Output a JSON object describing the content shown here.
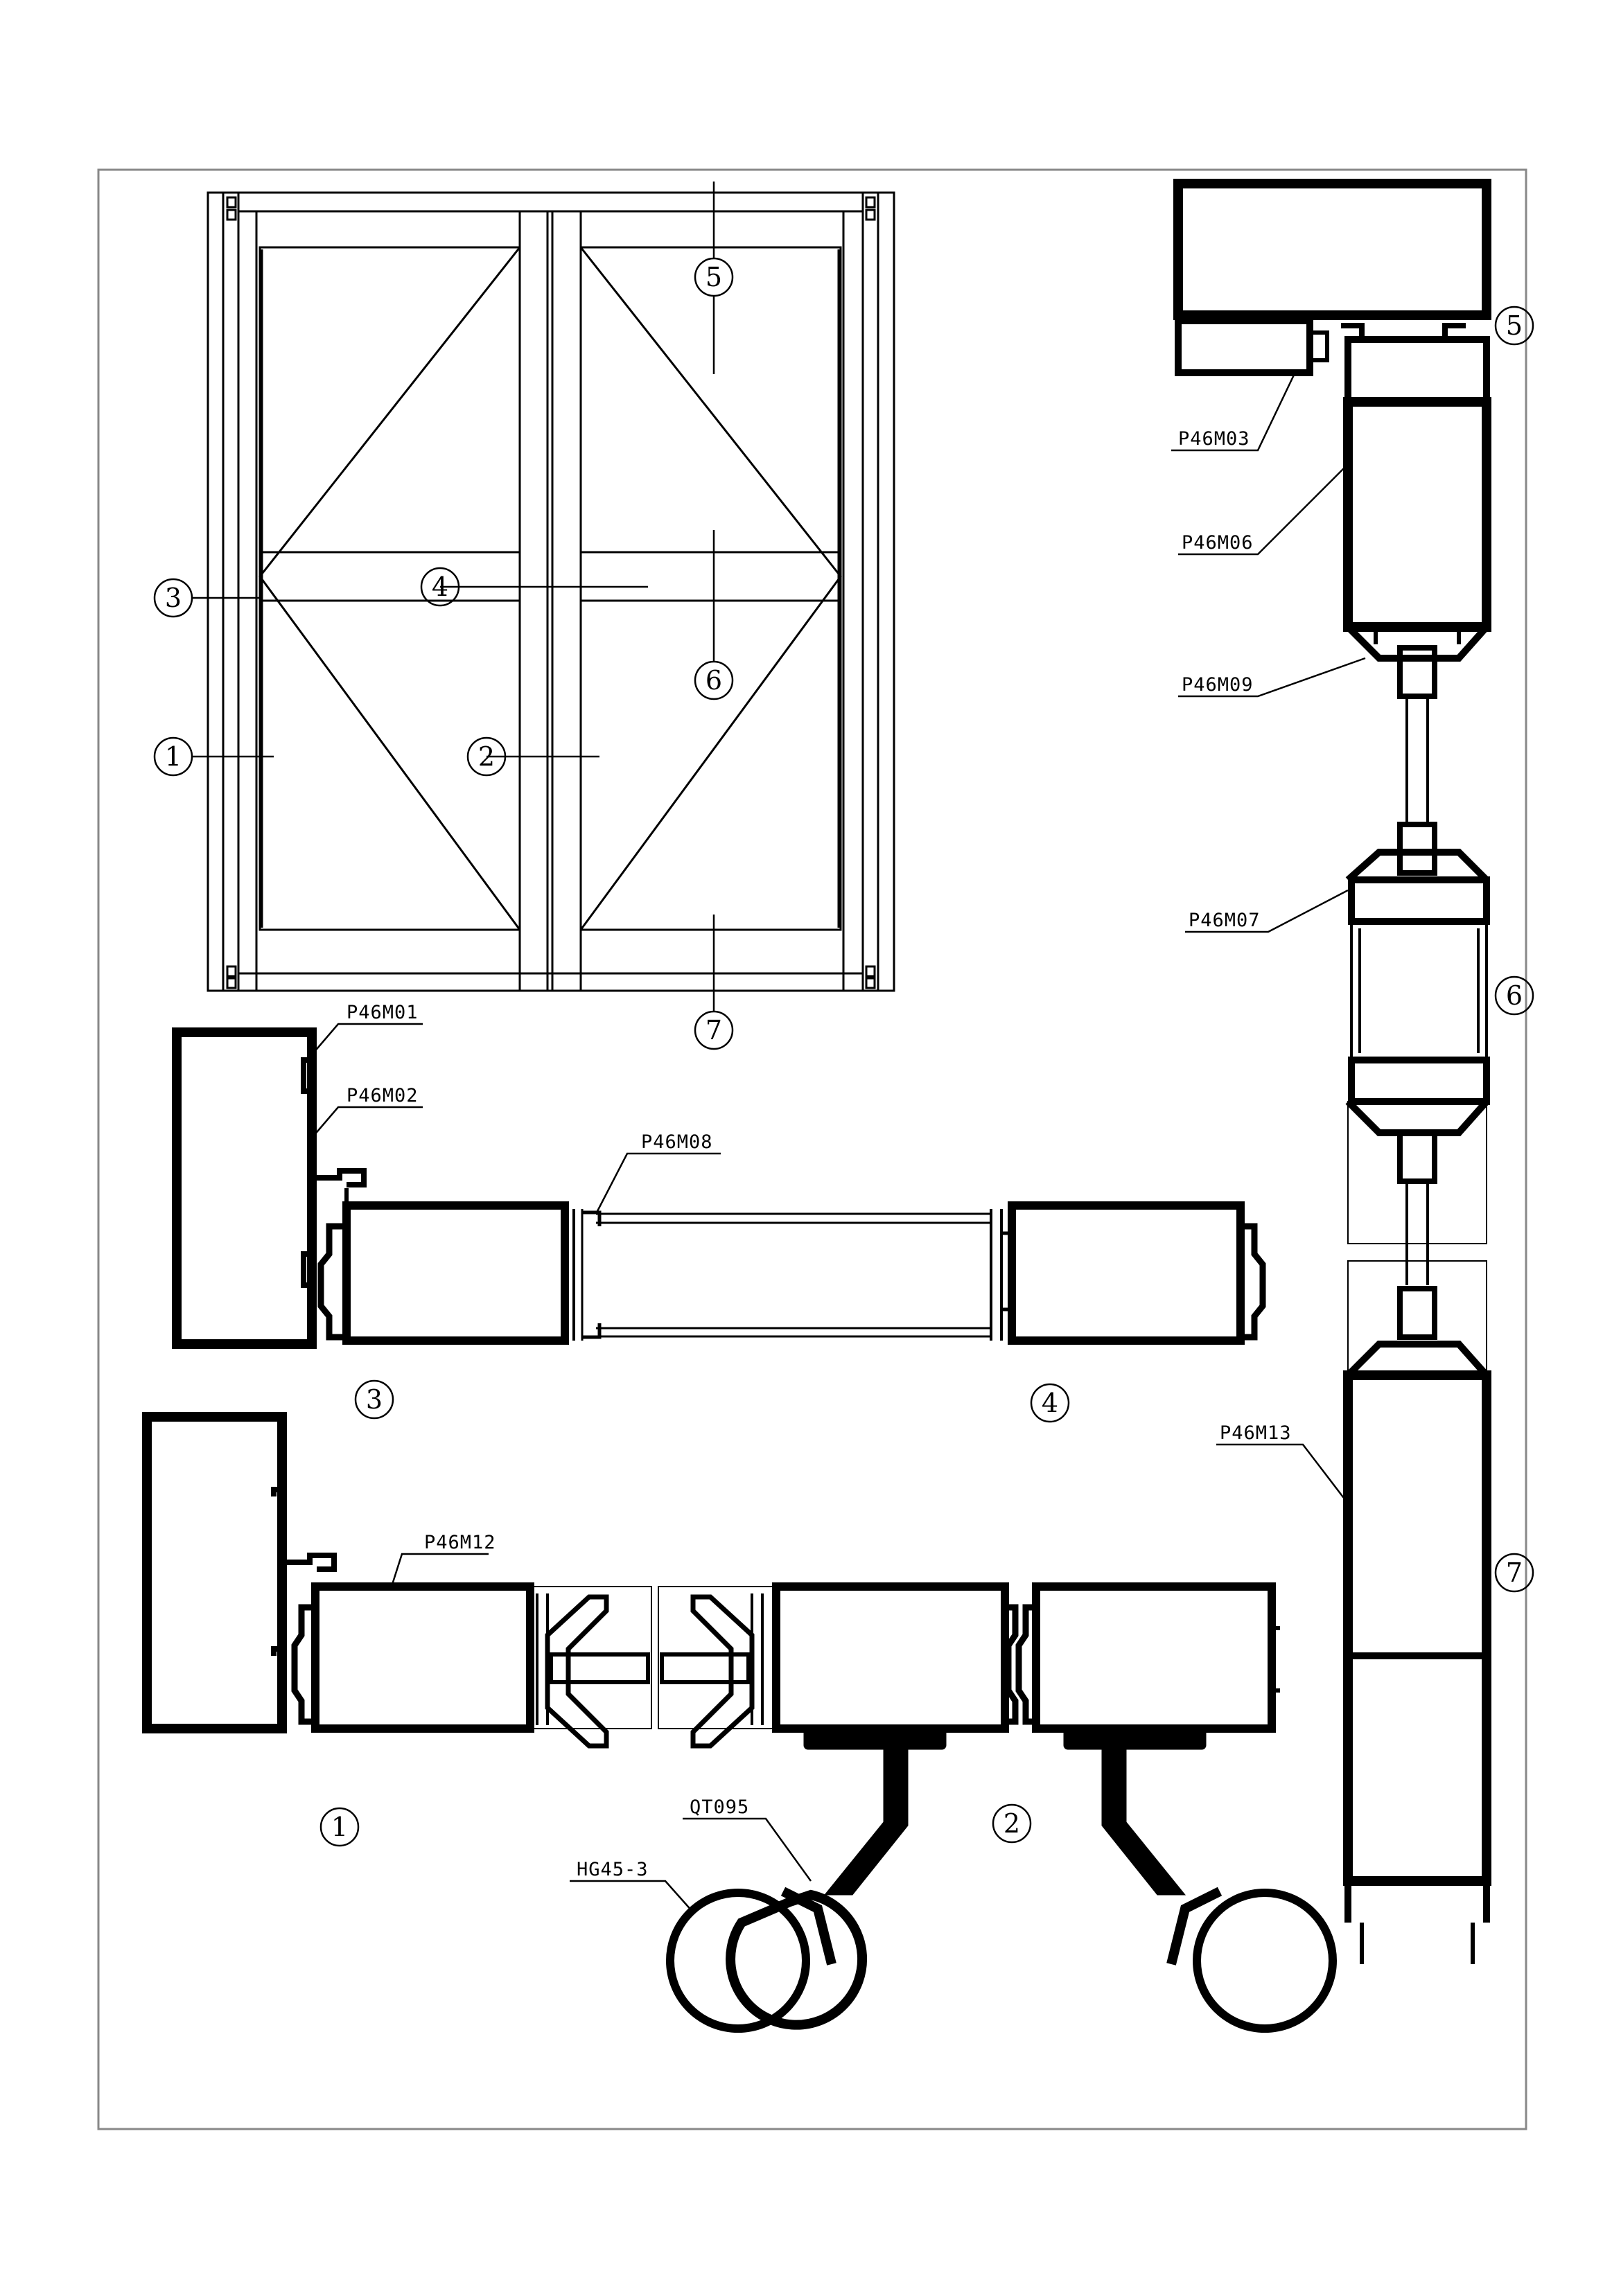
{
  "colors": {
    "ink": "#000000",
    "paper": "#ffffff",
    "border": "#888888"
  },
  "callouts": {
    "c1": "1",
    "c2": "2",
    "c3": "3",
    "c4": "4",
    "c5": "5",
    "c6": "6",
    "c7": "7"
  },
  "parts": {
    "p01": "P46M01",
    "p02": "P46M02",
    "p03": "P46M03",
    "p06": "P46M06",
    "p07": "P46M07",
    "p08": "P46M08",
    "p09": "P46M09",
    "p12": "P46M12",
    "p13": "P46M13",
    "qt": "QT095",
    "hg": "HG45-3"
  }
}
